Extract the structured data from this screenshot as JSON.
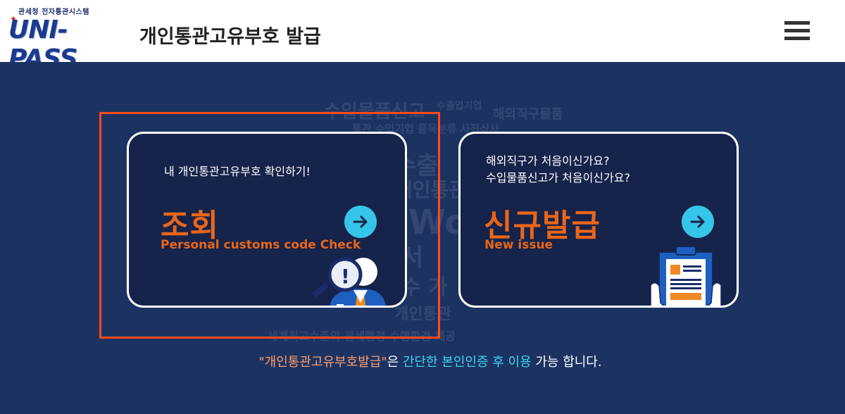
{
  "header": {
    "logo_subtitle": "관세청 전자통관시스템",
    "logo_text": "UNI-PASS",
    "title": "개인통관고유부호 발급",
    "menu_icon": "hamburger-menu-icon"
  },
  "cards": {
    "check": {
      "intro": "내 개인통관고유부호 확인하기!",
      "title": "조회",
      "subtitle": "Personal customs code Check",
      "arrow_icon": "arrow-right-icon",
      "illustration": "magnifier-person-icon"
    },
    "new": {
      "intro_line1": "해외직구가 처음이신가요?",
      "intro_line2": "수입물품신고가 처음이신가요?",
      "title": "신규발급",
      "subtitle": "New issue",
      "arrow_icon": "arrow-right-icon",
      "illustration": "clipboard-hands-icon"
    }
  },
  "notice": {
    "part1": "\"개인통관고유부호발급\"",
    "part2": "은 ",
    "part3": "간단한 본인인증 후 이용",
    "part4": " 가능 합니다."
  },
  "colors": {
    "hero_bg": "#1c3362",
    "card_bg": "#16234a",
    "accent_orange": "#e8661a",
    "arrow_cyan": "#35c5e8",
    "highlight_border": "#ff4a1c"
  }
}
